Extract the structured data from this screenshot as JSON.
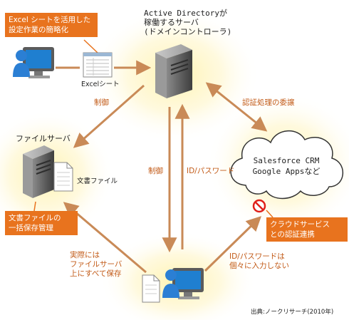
{
  "callouts": {
    "excel": "Excel シートを活用した\n設定作業の簡略化",
    "file_docs": "文書ファイルの\n一括保存管理",
    "cloud_auth": "クラウドサービス\nとの認証連携"
  },
  "labels": {
    "ad_server": "Active Directoryが\n稼働するサーバ\n(ドメインコントローラ)",
    "excel_sheet": "Excelシート",
    "control_left": "制御",
    "control_mid": "制御",
    "auth_delegation": "認証処理の委譲",
    "file_server": "ファイルサーバ",
    "document_file": "文書ファイル",
    "id_password_mid": "ID/パスワード",
    "cloud_services": "Salesforce CRM\nGoogle Appsなど",
    "save_all": "実際には\nファイルサーバ\n上にすべて保存",
    "id_password_individual": "ID/パスワードは\n個々に入力しない",
    "source": "出典:ノークリサーチ(2010年)"
  },
  "colors": {
    "orange": "#e8731e",
    "arrow": "#c98a57",
    "glow": "#fff3b0",
    "server": "#6e6e6e",
    "ban": "#e0201a"
  },
  "icons": [
    "user-pc-icon",
    "excel-sheet-icon",
    "server-icon",
    "document-icon",
    "cloud-icon",
    "prohibited-icon"
  ]
}
